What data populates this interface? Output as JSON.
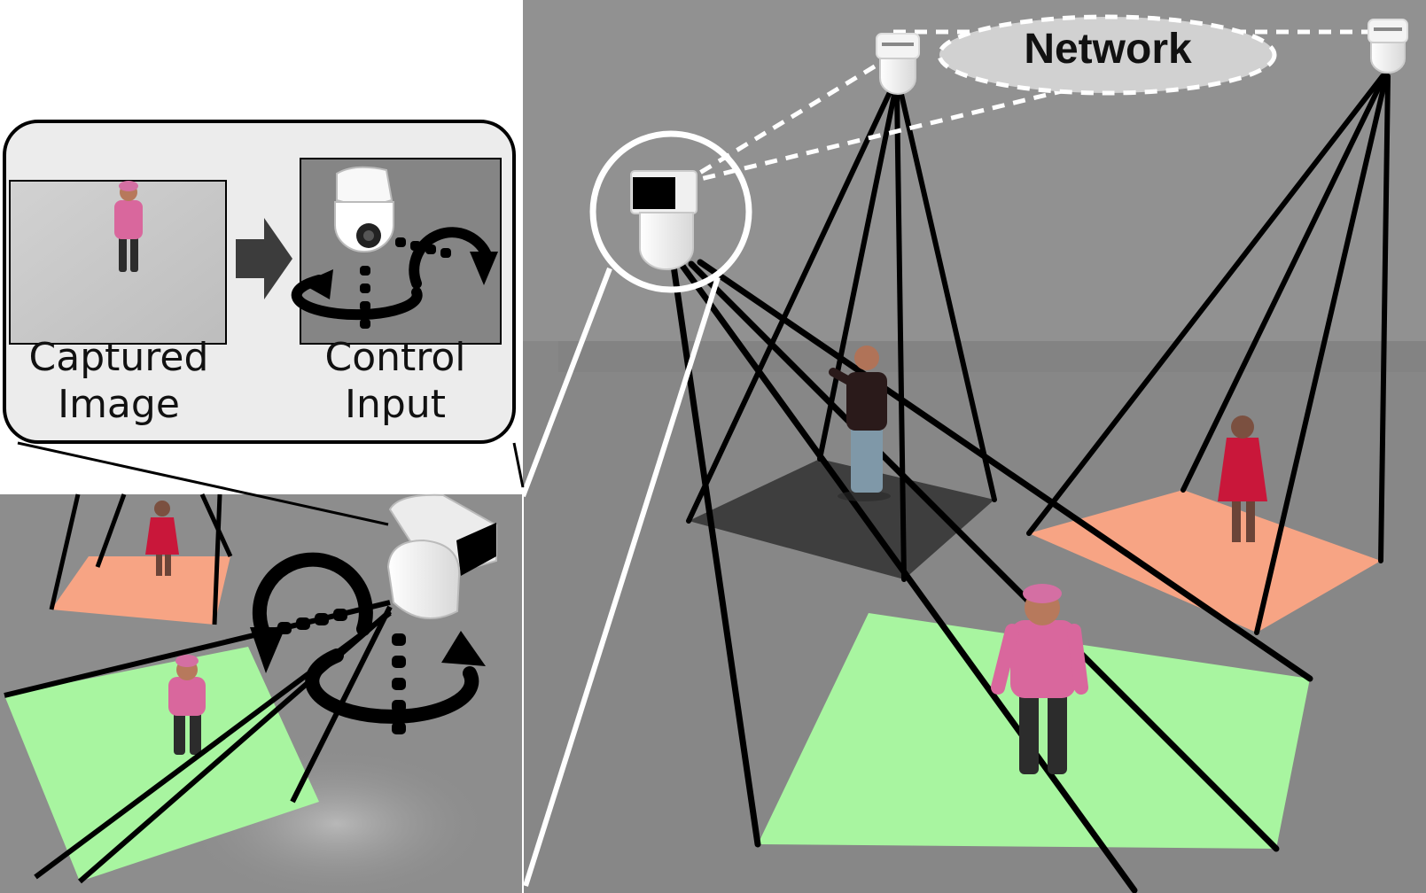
{
  "labels": {
    "captured_image": "Captured\nImage",
    "control_input": "Control\nInput",
    "network": "Network"
  },
  "colors": {
    "background_gray": "#8c8c8c",
    "floor_gray": "#888888",
    "wall_gray": "#939393",
    "green_region": "#a8f5a0",
    "orange_region": "#f7a484",
    "dark_region": "#3e3e3e",
    "camera_white": "#f4f4f4",
    "callout_fill": "#ececec",
    "arrow_dark": "#3c3c3c"
  },
  "icons": [
    "ptz-camera-icon",
    "pan-arrow-icon",
    "tilt-arrow-icon",
    "person-figure-icon",
    "arrow-right-icon"
  ]
}
